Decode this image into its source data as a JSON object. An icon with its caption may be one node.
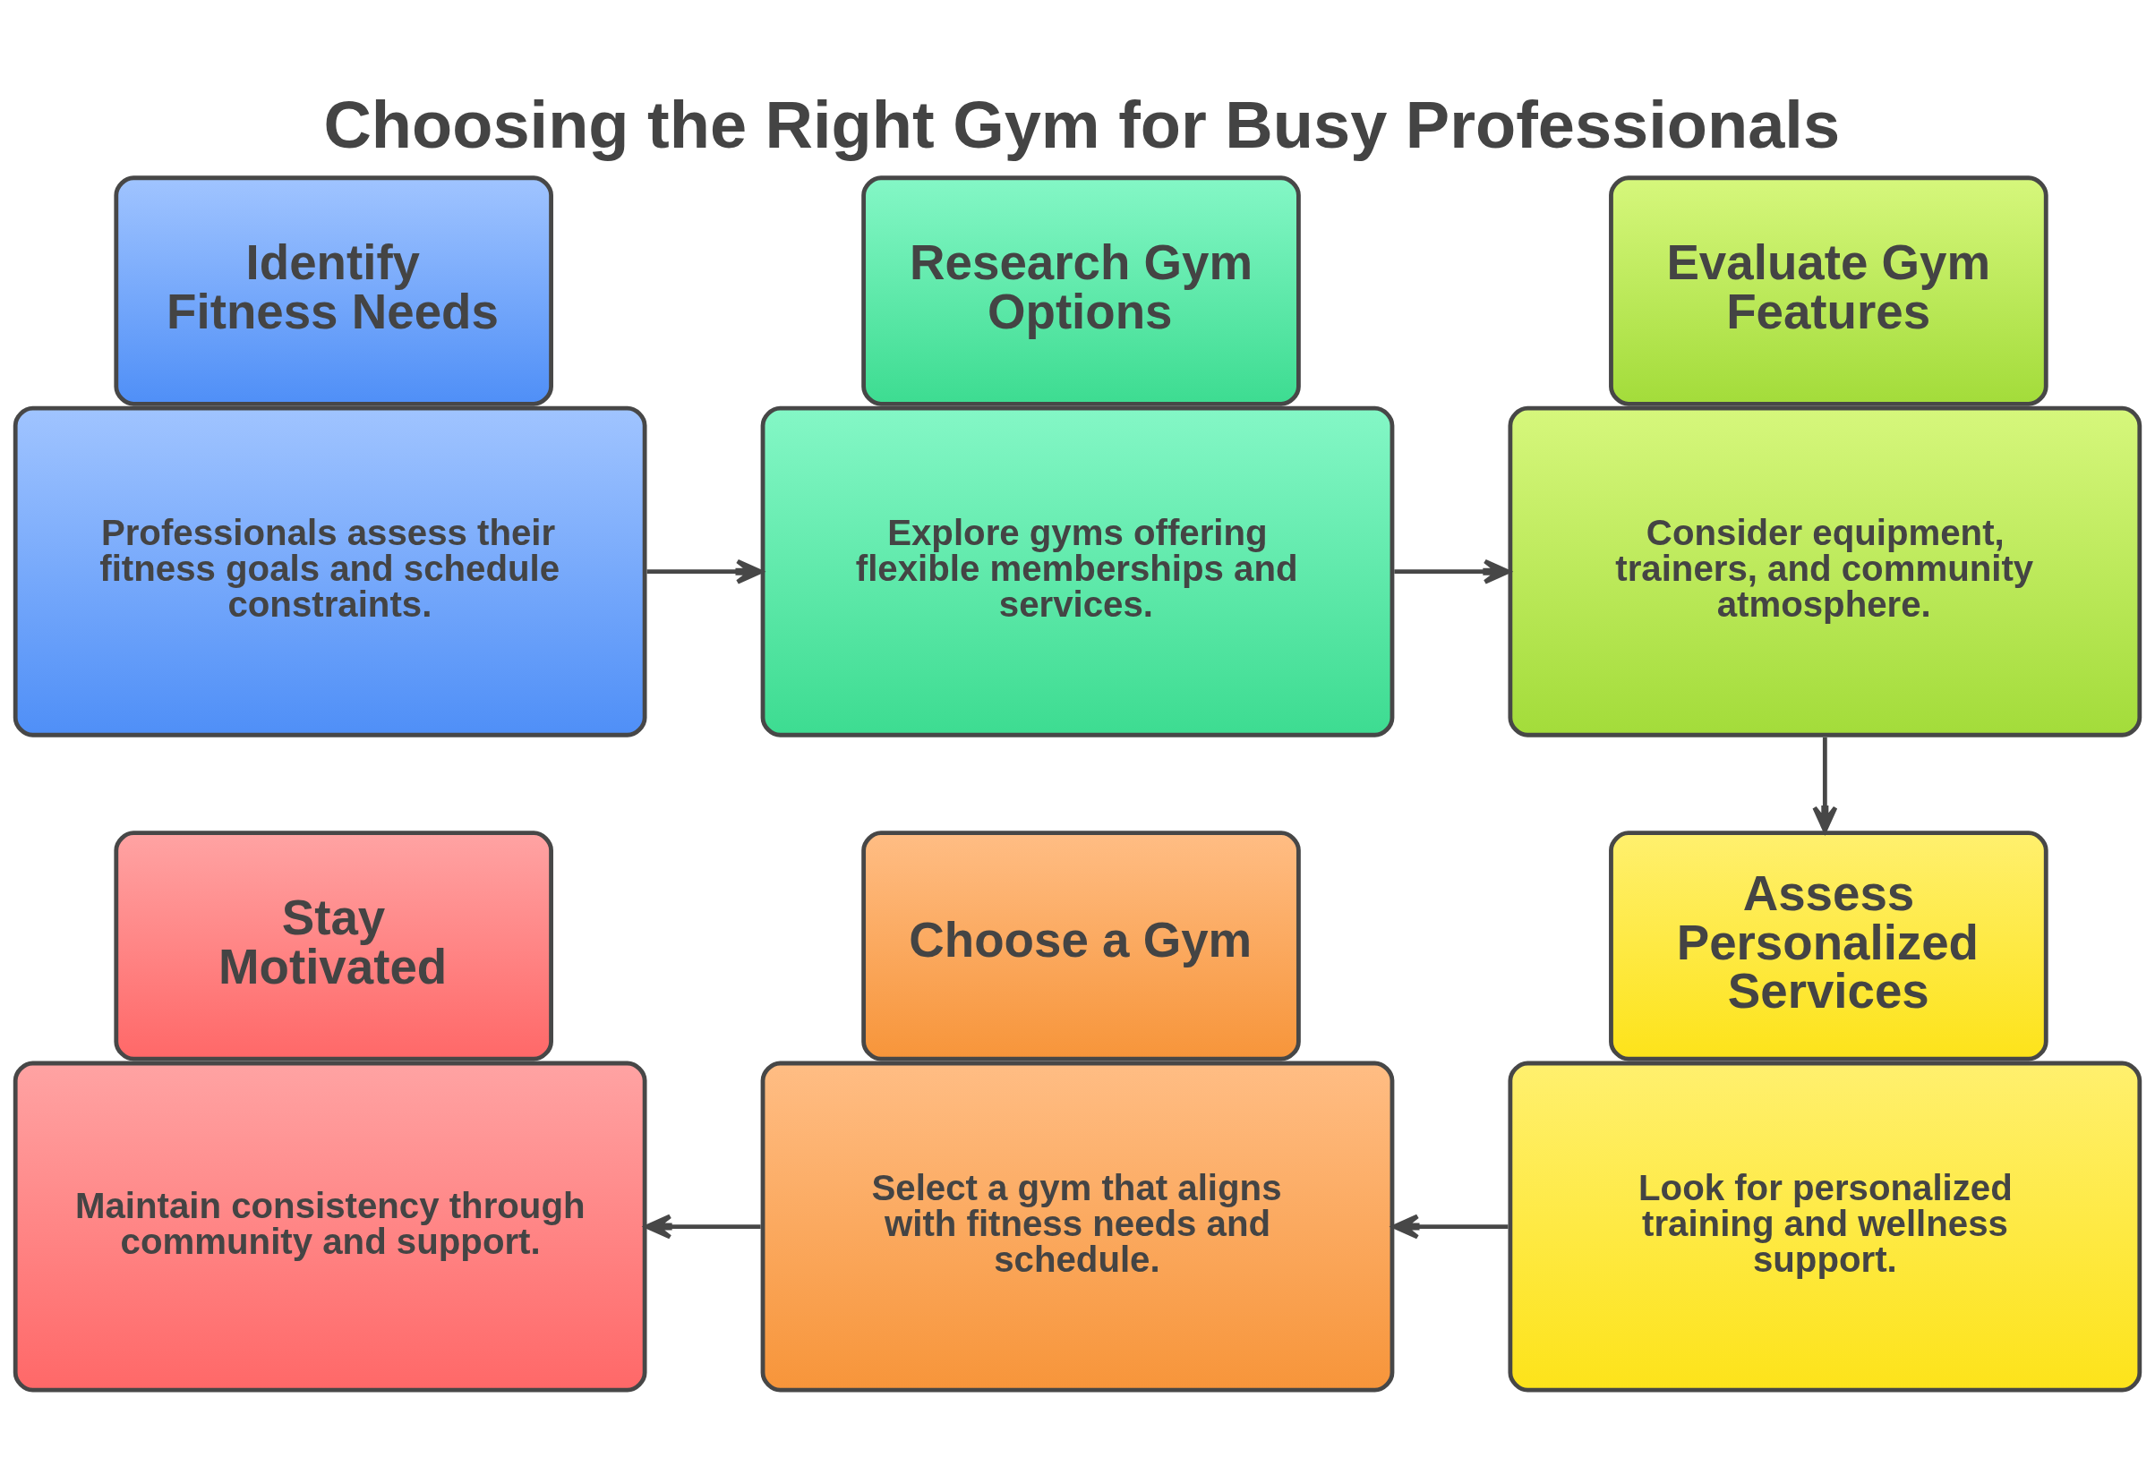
{
  "diagram": {
    "title": "Choosing the Right Gym for Busy Professionals",
    "nodes": [
      {
        "text": [
          "Identify Fitness Needs",
          "Professionals assess their fitness goals and schedule constraints."
        ]
      },
      {
        "text": [
          "Research Gym Options",
          "Explore gyms offering flexible memberships and services."
        ]
      },
      {
        "text": [
          "Evaluate Gym Features",
          "Consider equipment, trainers, and community atmosphere."
        ]
      },
      {
        "text": [
          "Assess Personalized Services",
          "Look for personalized training and wellness support."
        ]
      },
      {
        "text": [
          "Choose a Gym",
          "Select a gym that aligns with fitness needs and schedule."
        ]
      },
      {
        "text": [
          "Stay Motivated",
          "Maintain consistency through community and support."
        ]
      }
    ],
    "edges": [
      {
        "from": 0,
        "to": 1,
        "arrow": "to"
      },
      {
        "from": 1,
        "to": 2,
        "arrow": "to"
      },
      {
        "from": 2,
        "to": 3,
        "arrow": "to"
      },
      {
        "from": 3,
        "to": 4,
        "arrow": "to"
      },
      {
        "from": 4,
        "to": 5,
        "arrow": "to"
      }
    ]
  }
}
